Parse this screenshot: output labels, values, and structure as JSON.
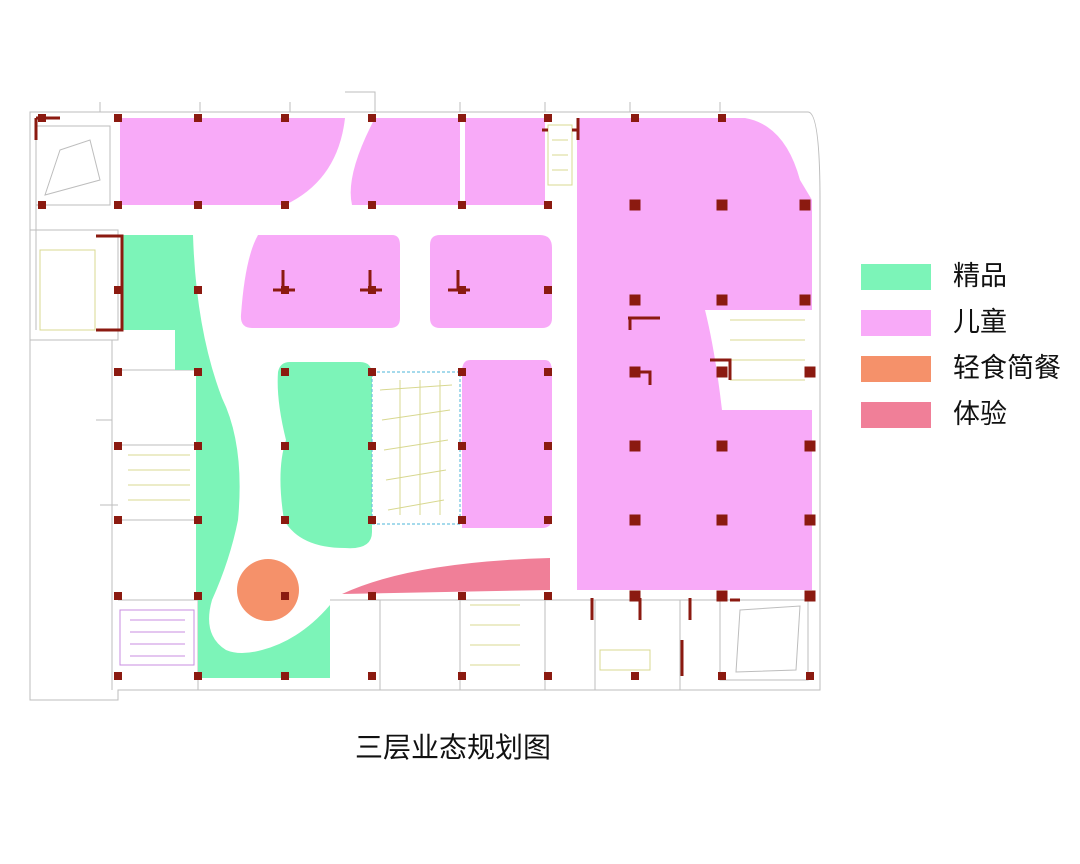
{
  "caption": "三层业态规划图",
  "legend": [
    {
      "label": "精品",
      "color": "#7cf4b8"
    },
    {
      "label": "儿童",
      "color": "#f8aaf8"
    },
    {
      "label": "轻食简餐",
      "color": "#f5916a"
    },
    {
      "label": "体验",
      "color": "#f07f98"
    }
  ],
  "colors": {
    "column": "#8b1a10",
    "wall": "#8b1a10",
    "linework": "#b8b8b8",
    "stair": "#d8d890",
    "atrium_outline": "#6fc3e0"
  }
}
